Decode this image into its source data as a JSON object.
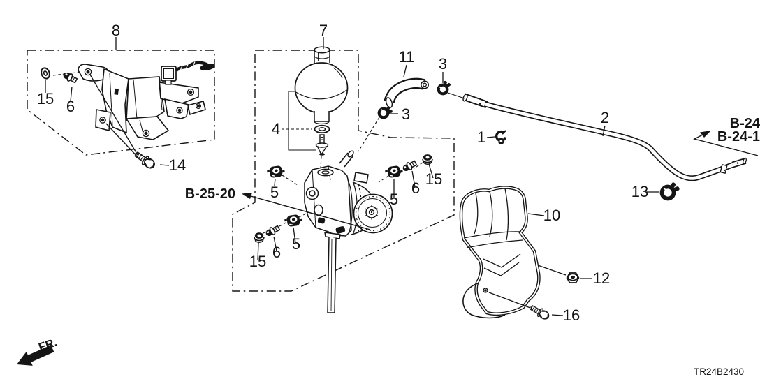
{
  "diagram_code": "TR24B2430",
  "front_label": "FR.",
  "refs": {
    "b24": "B-24",
    "b24_1": "B-24-1",
    "b25_20": "B-25-20"
  },
  "callouts": [
    {
      "part": "8"
    },
    {
      "part": "7"
    },
    {
      "part": "11"
    },
    {
      "part": "3"
    },
    {
      "part": "2"
    },
    {
      "part": "3"
    },
    {
      "part": "4"
    },
    {
      "part": "1"
    },
    {
      "part": "15"
    },
    {
      "part": "6"
    },
    {
      "part": "14"
    },
    {
      "part": "5"
    },
    {
      "part": "5"
    },
    {
      "part": "6"
    },
    {
      "part": "15"
    },
    {
      "part": "15"
    },
    {
      "part": "6"
    },
    {
      "part": "5"
    },
    {
      "part": "13"
    },
    {
      "part": "10"
    },
    {
      "part": "12"
    },
    {
      "part": "16"
    }
  ]
}
